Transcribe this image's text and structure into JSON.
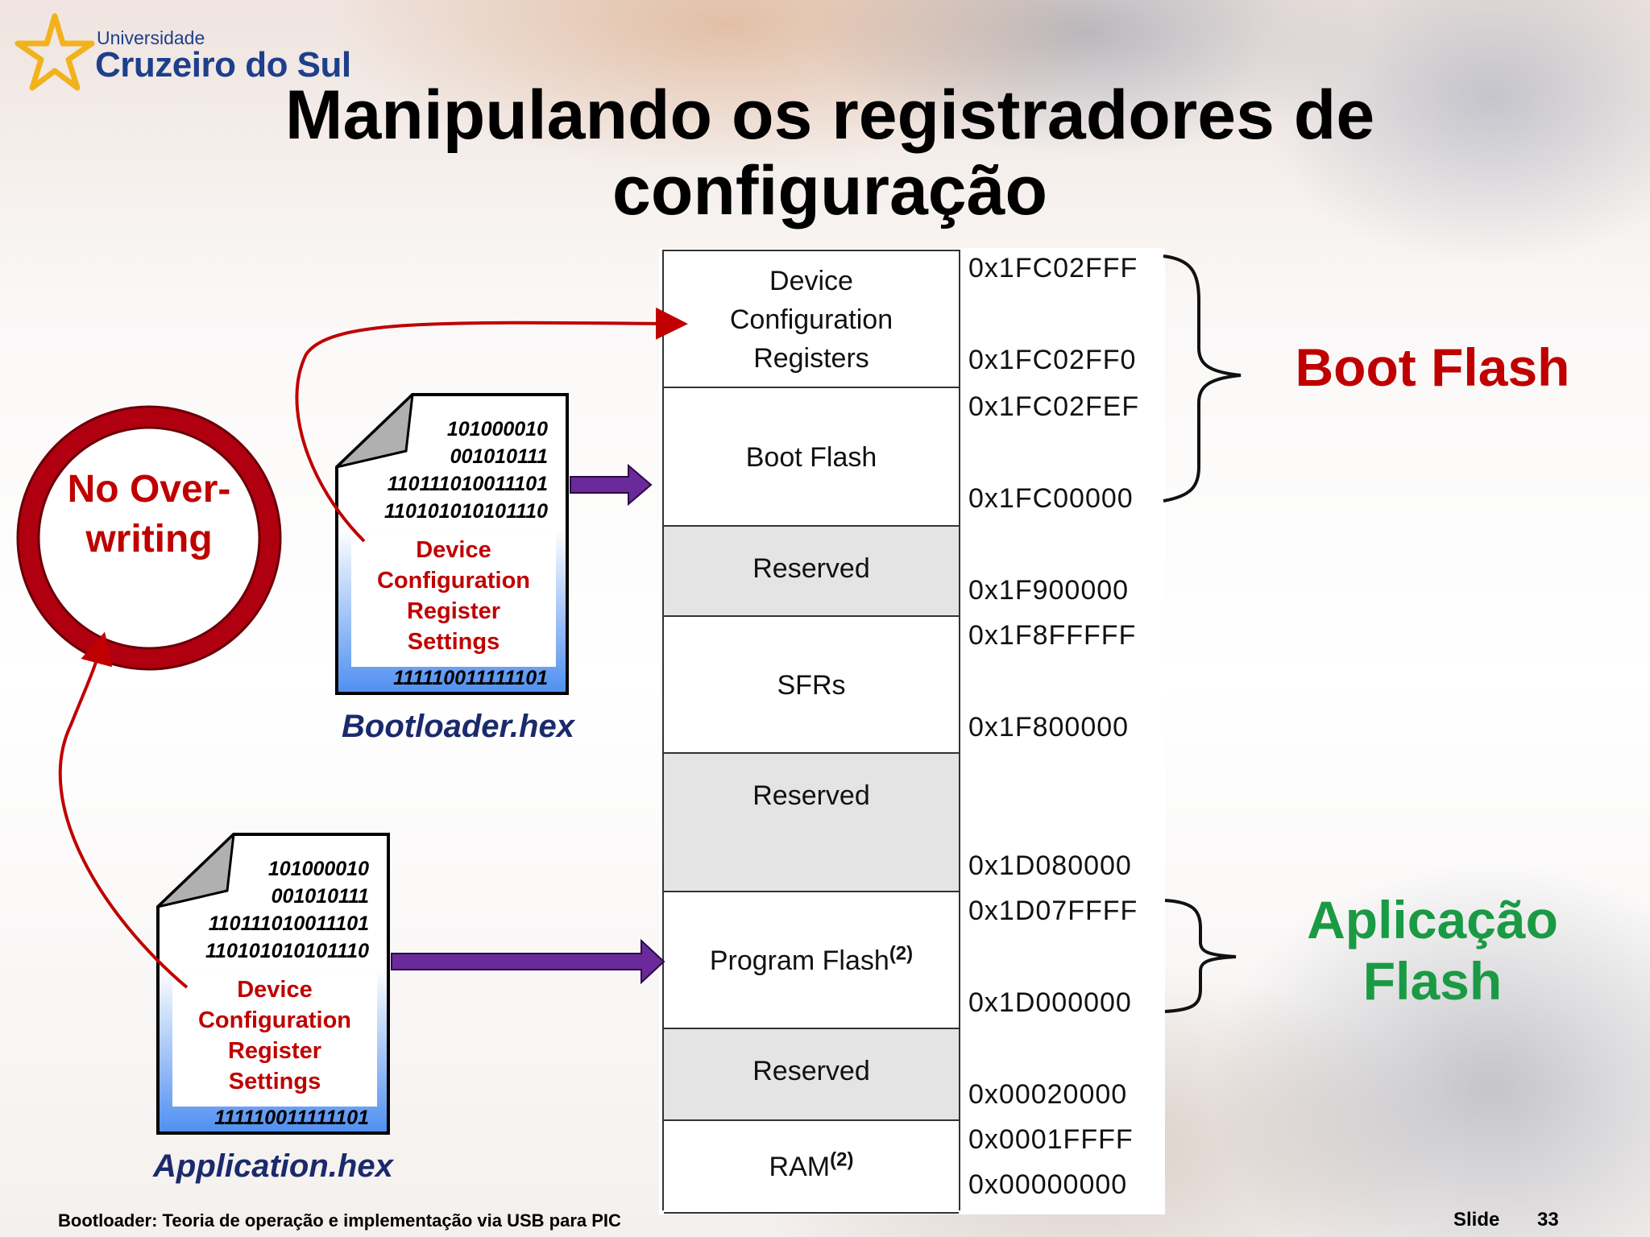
{
  "logo": {
    "line1": "Universidade",
    "line2": "Cruzeiro do Sul"
  },
  "title": "Manipulando os registradores de configuração",
  "memory_map": {
    "blocks": [
      {
        "label": "Device Configuration Registers",
        "sup": "",
        "reserved": false
      },
      {
        "label": "Boot Flash",
        "sup": "",
        "reserved": false
      },
      {
        "label": "Reserved",
        "sup": "",
        "reserved": true
      },
      {
        "label": "SFRs",
        "sup": "",
        "reserved": false
      },
      {
        "label": "Reserved",
        "sup": "",
        "reserved": true
      },
      {
        "label": "Program Flash",
        "sup": "(2)",
        "reserved": false
      },
      {
        "label": "Reserved",
        "sup": "",
        "reserved": true
      },
      {
        "label": "RAM",
        "sup": "(2)",
        "reserved": false
      }
    ],
    "addresses": [
      "0x1FC02FFF",
      "0x1FC02FF0",
      "0x1FC02FEF",
      "0x1FC00000",
      "0x1F900000",
      "0x1F8FFFFF",
      "0x1F800000",
      "0x1D080000",
      "0x1D07FFFF",
      "0x1D000000",
      "0x00020000",
      "0x0001FFFF",
      "0x00000000"
    ]
  },
  "regions": {
    "boot": {
      "label": "Boot Flash",
      "color": "#c00000"
    },
    "app": {
      "label1": "Aplicação",
      "label2": "Flash",
      "color": "#1a9a44"
    }
  },
  "bootloader_file": {
    "lines": [
      "101000010",
      "001010111",
      "110111010011101",
      "110101010101110"
    ],
    "cfg": [
      "Device",
      "Configuration",
      "Register",
      "Settings"
    ],
    "last": "111110011111101",
    "name": "Bootloader.hex"
  },
  "application_file": {
    "lines": [
      "101000010",
      "001010111",
      "110111010011101",
      "110101010101110"
    ],
    "cfg": [
      "Device",
      "Configuration",
      "Register",
      "Settings"
    ],
    "last": "111110011111101",
    "name": "Application.hex"
  },
  "no_overwriting": {
    "line1": "No Over-",
    "line2": "writing"
  },
  "colors": {
    "arrow_red": "#c00000",
    "arrow_purple": "#6a2a9a",
    "file_gradient_bottom": "#4f8ff0"
  },
  "footer": {
    "text": "Bootloader: Teoria de operação e implementação via USB para PIC",
    "slide_label": "Slide",
    "slide_number": "33"
  }
}
